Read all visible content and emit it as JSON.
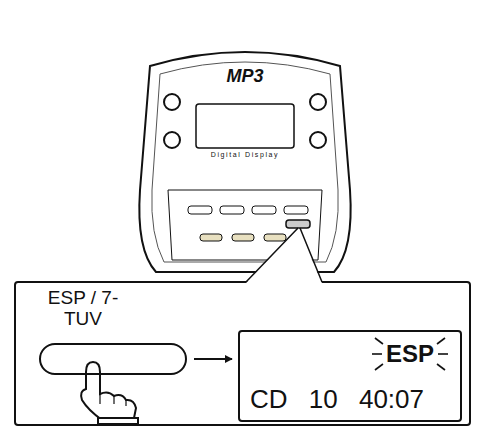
{
  "diagram": {
    "nodes": [
      {
        "text": [
          "ESP / 7-TUV"
        ]
      },
      {
        "text": [
          "ESP",
          "CD 10 40:07"
        ]
      }
    ],
    "edges": [
      {
        "from": 0,
        "to": 1,
        "arrow": "to"
      }
    ],
    "labels": [
      "MP3",
      "Digital Display"
    ]
  }
}
